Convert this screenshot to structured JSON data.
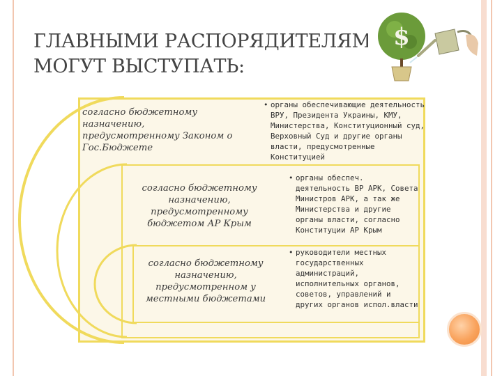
{
  "slide": {
    "title_line1": "ГЛАВНЫМИ РАСПОРЯДИТЕЛЯМИ",
    "title_line2": "МОГУТ ВЫСТУПАТЬ:"
  },
  "levels": [
    {
      "label": "согласно бюджетному назначению, предусмотренному Законом о Гос.Бюджете",
      "bullet": "органы обеспечивающие деятельность ВРУ, Президента Украины, КМУ, Министерства, Конституционный суд, Верховный Суд и другие органы власти, предусмотренные Конституцией"
    },
    {
      "label": "согласно бюджетному назначению, предусмотренному бюджетом АР Крым",
      "bullet": "органы обеспеч. деятельность ВР АРК, Совета Министров АРК, а так же Министерства и другие органы власти, согласно Конституции АР Крым"
    },
    {
      "label": "согласно бюджетному назначению, предусмотренном у местными бюджетами",
      "bullet": "руководители местных государственных администраций, исполнительных органов, советов, управлений и других органов испол.власти"
    }
  ],
  "decor": {
    "plant_icon": "money-plant-watering-icon",
    "dollar_symbol": "$",
    "accent_color": "#f0da5c",
    "panel_color": "#fcf7e8",
    "sun_color": "#f9a35d"
  }
}
